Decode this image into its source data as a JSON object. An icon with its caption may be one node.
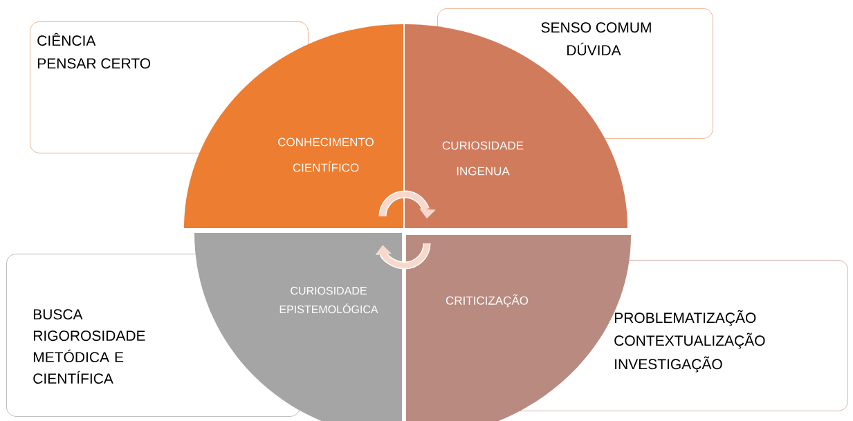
{
  "diagram": {
    "nodes": [
      {
        "text": [
          "CIÊNCIA",
          "PENSAR CERTO"
        ]
      },
      {
        "text": [
          "SENSO COMUM",
          "DÚVIDA"
        ]
      },
      {
        "text": [
          "CONHECIMENTO",
          "CIENTÍFICO"
        ]
      },
      {
        "text": [
          "CURIOSIDADE",
          "INGENUA"
        ]
      },
      {
        "text": [
          "BUSCA",
          "RIGOROSIDADE METÓDICA E CIENTÍFICA"
        ]
      },
      {
        "text": [
          "CURIOSIDADE",
          "EPISTEMOLÓGICA"
        ]
      },
      {
        "text": [
          "CRITICIZAÇÃO"
        ]
      },
      {
        "text": [
          "PROBLEMATIZAÇÃO",
          "CONTEXTUALIZAÇÃO",
          "INVESTIGAÇÃO"
        ]
      }
    ],
    "edges": [
      {
        "from": 2,
        "to": 3,
        "arrow": "to"
      },
      {
        "from": 6,
        "to": 5,
        "arrow": "to"
      }
    ]
  }
}
